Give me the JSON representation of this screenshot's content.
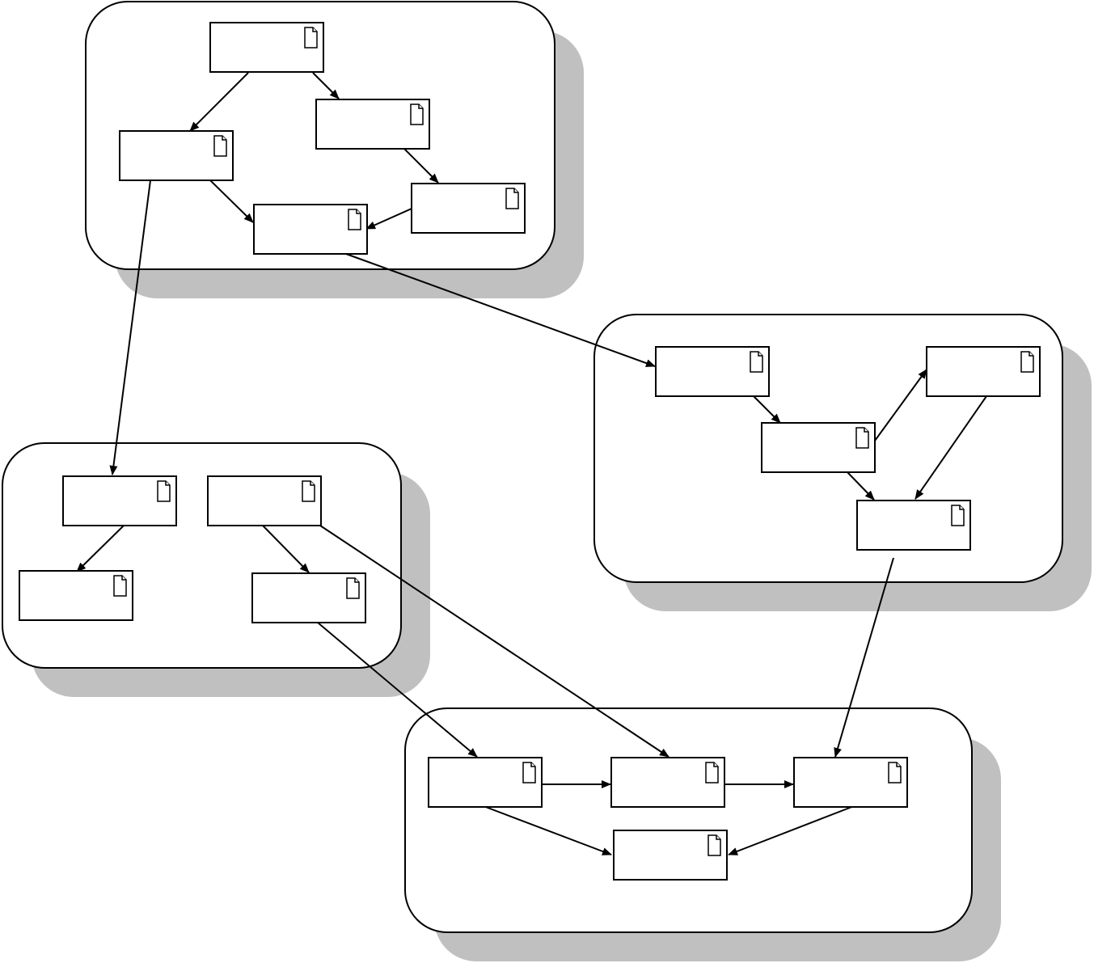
{
  "colors": {
    "background": "#ffffff",
    "stroke": "#000000",
    "shadow": "#c0c0c0"
  },
  "icons": {
    "node_icon": "document-icon"
  },
  "groups": [
    {
      "id": "top-left",
      "nodes": [
        {
          "id": "tl-a",
          "label": ""
        },
        {
          "id": "tl-b",
          "label": ""
        },
        {
          "id": "tl-c",
          "label": ""
        },
        {
          "id": "tl-d",
          "label": ""
        },
        {
          "id": "tl-e",
          "label": ""
        }
      ]
    },
    {
      "id": "right",
      "nodes": [
        {
          "id": "r-a",
          "label": ""
        },
        {
          "id": "r-b",
          "label": ""
        },
        {
          "id": "r-c",
          "label": ""
        },
        {
          "id": "r-d",
          "label": ""
        }
      ]
    },
    {
      "id": "left",
      "nodes": [
        {
          "id": "l-a",
          "label": ""
        },
        {
          "id": "l-b",
          "label": ""
        },
        {
          "id": "l-c",
          "label": ""
        },
        {
          "id": "l-d",
          "label": ""
        }
      ]
    },
    {
      "id": "bottom",
      "nodes": [
        {
          "id": "b-a",
          "label": ""
        },
        {
          "id": "b-b",
          "label": ""
        },
        {
          "id": "b-c",
          "label": ""
        },
        {
          "id": "b-d",
          "label": ""
        }
      ]
    }
  ],
  "edges": [
    {
      "from": "tl-a",
      "to": "tl-b"
    },
    {
      "from": "tl-a",
      "to": "tl-c"
    },
    {
      "from": "tl-c",
      "to": "tl-e"
    },
    {
      "from": "tl-b",
      "to": "tl-d"
    },
    {
      "from": "tl-e",
      "to": "tl-d"
    },
    {
      "from": "tl-d",
      "to": "r-a"
    },
    {
      "from": "tl-b",
      "to": "l-a"
    },
    {
      "from": "r-a",
      "to": "r-b"
    },
    {
      "from": "r-b",
      "to": "r-c"
    },
    {
      "from": "r-b",
      "to": "r-d"
    },
    {
      "from": "r-c",
      "to": "r-d"
    },
    {
      "from": "r-d",
      "to": "b-c"
    },
    {
      "from": "l-a",
      "to": "l-c"
    },
    {
      "from": "l-b",
      "to": "l-d"
    },
    {
      "from": "l-b",
      "to": "b-b"
    },
    {
      "from": "l-d",
      "to": "b-a"
    },
    {
      "from": "b-a",
      "to": "b-b"
    },
    {
      "from": "b-b",
      "to": "b-c"
    },
    {
      "from": "b-a",
      "to": "b-d"
    },
    {
      "from": "b-c",
      "to": "b-d"
    }
  ]
}
